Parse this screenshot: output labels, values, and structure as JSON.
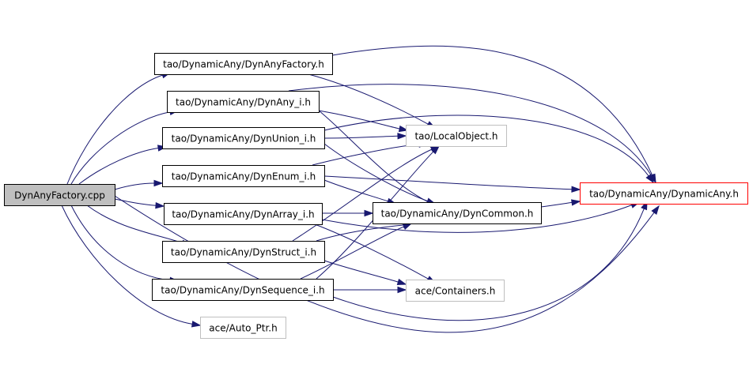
{
  "diagram": {
    "nodes": [
      {
        "id": "root",
        "label": "DynAnyFactory.cpp",
        "style": "root"
      },
      {
        "id": "factory_h",
        "label": "tao/DynamicAny/DynAnyFactory.h",
        "style": "normal"
      },
      {
        "id": "dynany_i",
        "label": "tao/DynamicAny/DynAny_i.h",
        "style": "normal"
      },
      {
        "id": "dynunion_i",
        "label": "tao/DynamicAny/DynUnion_i.h",
        "style": "normal"
      },
      {
        "id": "dynenum_i",
        "label": "tao/DynamicAny/DynEnum_i.h",
        "style": "normal"
      },
      {
        "id": "dynarray_i",
        "label": "tao/DynamicAny/DynArray_i.h",
        "style": "normal"
      },
      {
        "id": "dynstruct_i",
        "label": "tao/DynamicAny/DynStruct_i.h",
        "style": "normal"
      },
      {
        "id": "dynseq_i",
        "label": "tao/DynamicAny/DynSequence_i.h",
        "style": "normal"
      },
      {
        "id": "autoptr",
        "label": "ace/Auto_Ptr.h",
        "style": "external"
      },
      {
        "id": "localobj",
        "label": "tao/LocalObject.h",
        "style": "external"
      },
      {
        "id": "dyncommon",
        "label": "tao/DynamicAny/DynCommon.h",
        "style": "normal"
      },
      {
        "id": "containers",
        "label": "ace/Containers.h",
        "style": "external"
      },
      {
        "id": "dynamicany",
        "label": "tao/DynamicAny/DynamicAny.h",
        "style": "highlight"
      }
    ],
    "edges": [
      {
        "from": "root",
        "to": "factory_h"
      },
      {
        "from": "root",
        "to": "dynany_i"
      },
      {
        "from": "root",
        "to": "dynunion_i"
      },
      {
        "from": "root",
        "to": "dynenum_i"
      },
      {
        "from": "root",
        "to": "dynarray_i"
      },
      {
        "from": "root",
        "to": "dynstruct_i"
      },
      {
        "from": "root",
        "to": "dynseq_i"
      },
      {
        "from": "root",
        "to": "autoptr"
      },
      {
        "from": "root",
        "to": "dynamicany"
      },
      {
        "from": "factory_h",
        "to": "dynamicany"
      },
      {
        "from": "factory_h",
        "to": "localobj"
      },
      {
        "from": "dynany_i",
        "to": "localobj"
      },
      {
        "from": "dynany_i",
        "to": "dyncommon"
      },
      {
        "from": "dynany_i",
        "to": "dynamicany"
      },
      {
        "from": "dynunion_i",
        "to": "localobj"
      },
      {
        "from": "dynunion_i",
        "to": "dyncommon"
      },
      {
        "from": "dynunion_i",
        "to": "dynamicany"
      },
      {
        "from": "dynenum_i",
        "to": "localobj"
      },
      {
        "from": "dynenum_i",
        "to": "dyncommon"
      },
      {
        "from": "dynenum_i",
        "to": "dynamicany"
      },
      {
        "from": "dynarray_i",
        "to": "dyncommon"
      },
      {
        "from": "dynarray_i",
        "to": "containers"
      },
      {
        "from": "dynarray_i",
        "to": "dynamicany"
      },
      {
        "from": "dynstruct_i",
        "to": "localobj"
      },
      {
        "from": "dynstruct_i",
        "to": "dyncommon"
      },
      {
        "from": "dynstruct_i",
        "to": "containers"
      },
      {
        "from": "dynseq_i",
        "to": "localobj"
      },
      {
        "from": "dynseq_i",
        "to": "dyncommon"
      },
      {
        "from": "dynseq_i",
        "to": "containers"
      },
      {
        "from": "dynseq_i",
        "to": "dynamicany"
      },
      {
        "from": "dyncommon",
        "to": "dynamicany"
      }
    ]
  },
  "colors": {
    "edge": "#191970",
    "root_fill": "#bfbfbf",
    "normal_border": "#000000",
    "external_border": "#bfbfbf",
    "highlight_border": "#ff0000"
  }
}
